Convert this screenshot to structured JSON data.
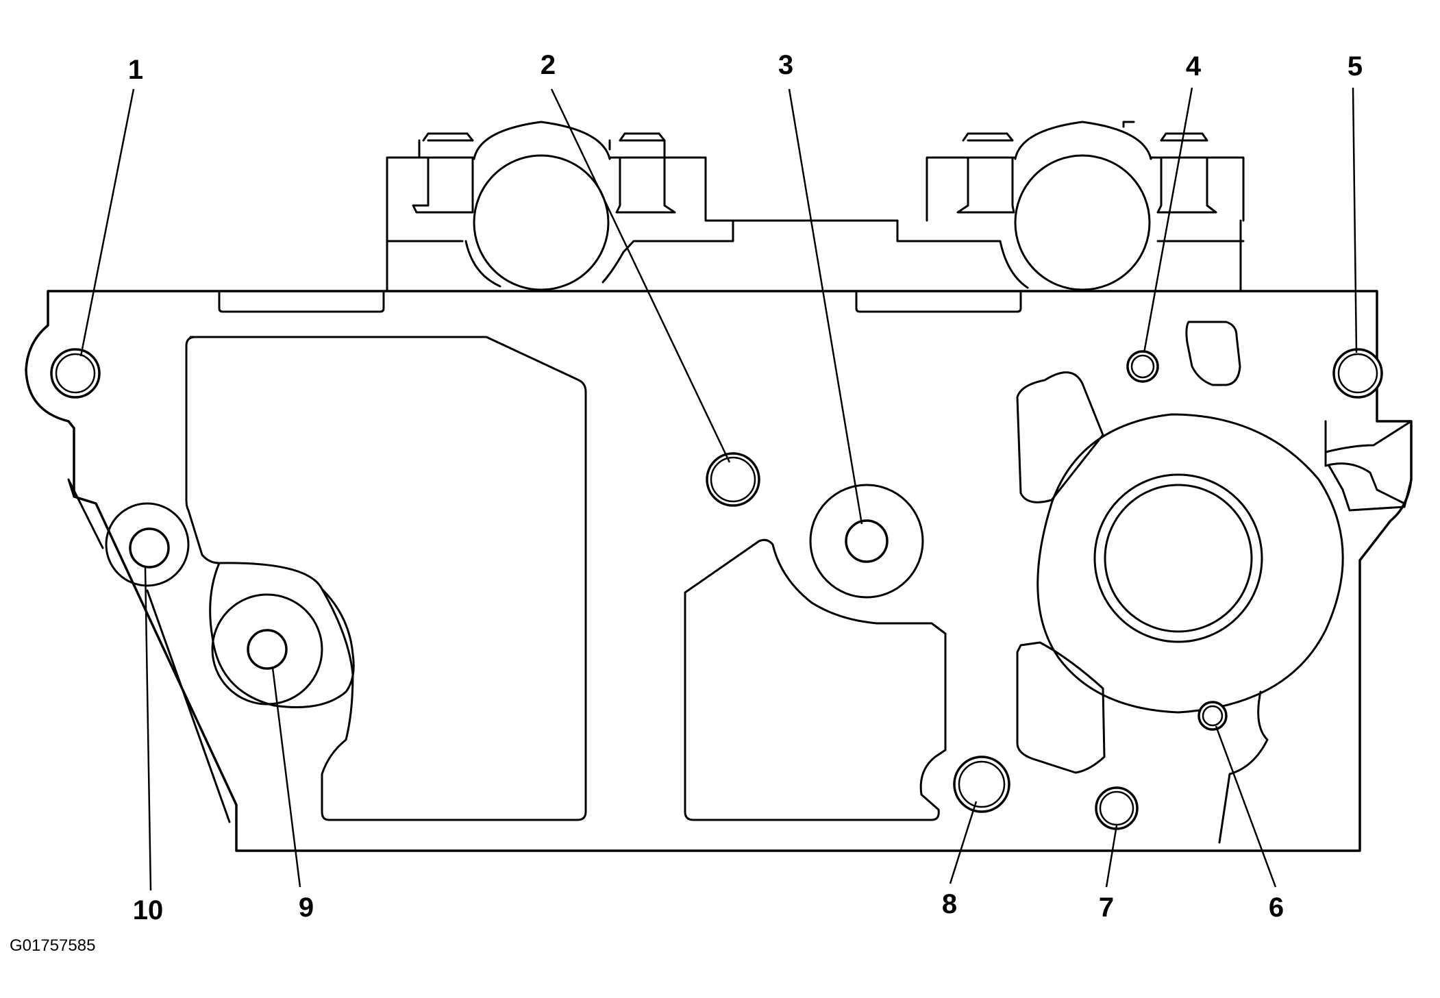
{
  "figure_id": "G01757585",
  "callouts": [
    {
      "id": "1",
      "label": "1"
    },
    {
      "id": "2",
      "label": "2"
    },
    {
      "id": "3",
      "label": "3"
    },
    {
      "id": "4",
      "label": "4"
    },
    {
      "id": "5",
      "label": "5"
    },
    {
      "id": "6",
      "label": "6"
    },
    {
      "id": "7",
      "label": "7"
    },
    {
      "id": "8",
      "label": "8"
    },
    {
      "id": "9",
      "label": "9"
    },
    {
      "id": "10",
      "label": "10"
    }
  ]
}
